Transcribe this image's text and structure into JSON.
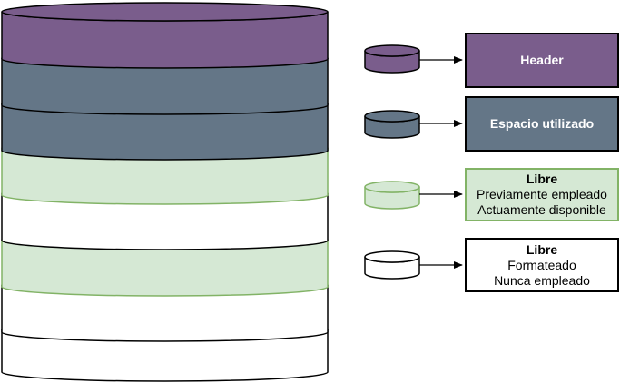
{
  "legend": {
    "header": {
      "title": "Header",
      "color": "#7a5d8c"
    },
    "used": {
      "title": "Espacio utilizado",
      "color": "#647687"
    },
    "free_previous": {
      "title": "Libre",
      "line1": "Previamente empleado",
      "line2": "Actuamente disponible",
      "color": "#d5e8d4",
      "border_color": "#82b366"
    },
    "free_formatted": {
      "title": "Libre",
      "line1": "Formateado",
      "line2": "Nunca empleado",
      "color": "#ffffff"
    }
  },
  "stack": {
    "layers": [
      "header",
      "used",
      "used",
      "free_previous",
      "free_formatted",
      "free_previous",
      "free_formatted",
      "free_formatted"
    ]
  }
}
